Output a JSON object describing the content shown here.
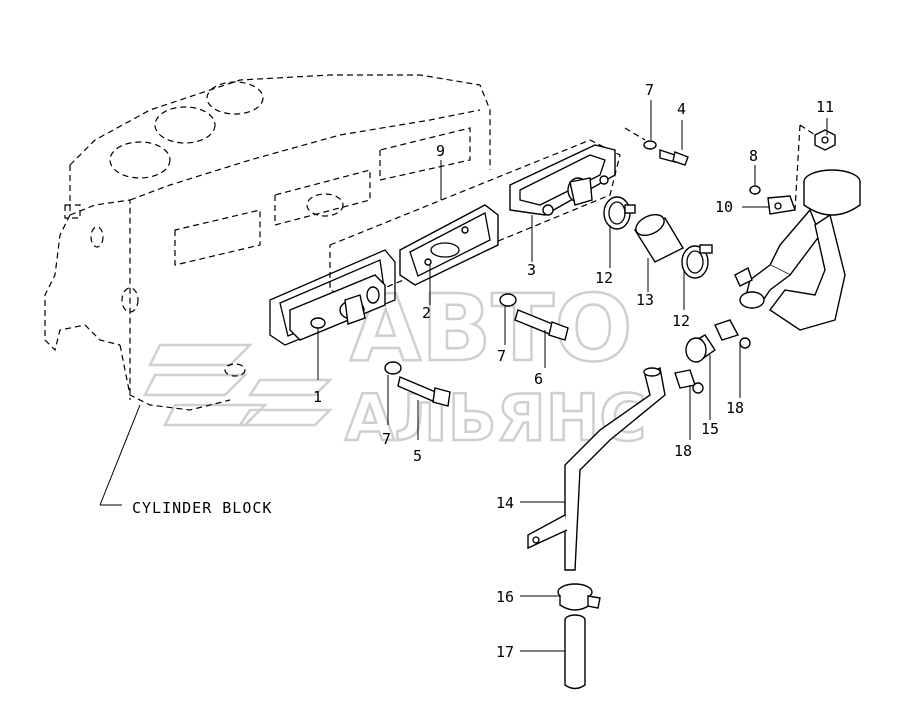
{
  "caption": {
    "cylinder_block": "CYLINDER BLOCK"
  },
  "watermark": {
    "line1": "АВТО",
    "line2": "АЛЬЯНС"
  },
  "callouts": {
    "c1": "1",
    "c2": "2",
    "c3": "3",
    "c4": "4",
    "c5": "5",
    "c6": "6",
    "c7a": "7",
    "c7b": "7",
    "c7c": "7",
    "c8": "8",
    "c9": "9",
    "c10": "10",
    "c11": "11",
    "c12a": "12",
    "c12b": "12",
    "c13": "13",
    "c14": "14",
    "c15": "15",
    "c16": "16",
    "c17": "17",
    "c18a": "18",
    "c18b": "18"
  }
}
